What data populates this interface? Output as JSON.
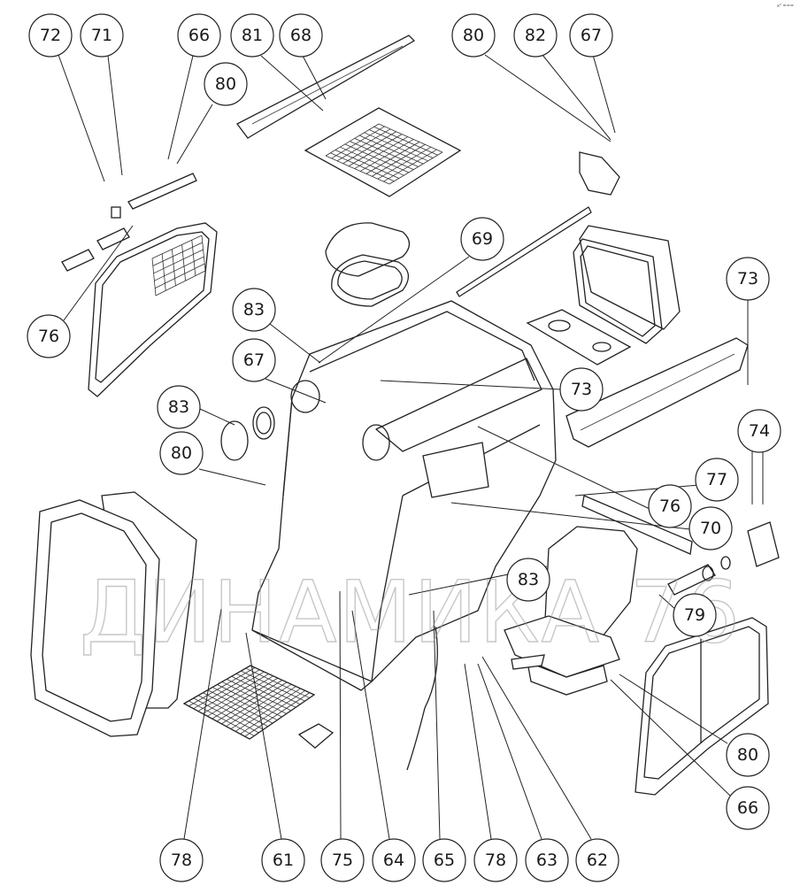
{
  "diagram": {
    "title": "Cab assembly exploded view",
    "watermark": "ДИНАМИКА 76",
    "corner_mark": "x² ===",
    "callouts": [
      {
        "id": "c72",
        "label": "72"
      },
      {
        "id": "c71",
        "label": "71"
      },
      {
        "id": "c66a",
        "label": "66"
      },
      {
        "id": "c81",
        "label": "81"
      },
      {
        "id": "c68",
        "label": "68"
      },
      {
        "id": "c80a",
        "label": "80"
      },
      {
        "id": "c80b",
        "label": "80"
      },
      {
        "id": "c82",
        "label": "82"
      },
      {
        "id": "c67a",
        "label": "67"
      },
      {
        "id": "c69",
        "label": "69"
      },
      {
        "id": "c73a",
        "label": "73"
      },
      {
        "id": "c76a",
        "label": "76"
      },
      {
        "id": "c83a",
        "label": "83"
      },
      {
        "id": "c67b",
        "label": "67"
      },
      {
        "id": "c83b",
        "label": "83"
      },
      {
        "id": "c80c",
        "label": "80"
      },
      {
        "id": "c73b",
        "label": "73"
      },
      {
        "id": "c74",
        "label": "74"
      },
      {
        "id": "c77",
        "label": "77"
      },
      {
        "id": "c76b",
        "label": "76"
      },
      {
        "id": "c70",
        "label": "70"
      },
      {
        "id": "c83c",
        "label": "83"
      },
      {
        "id": "c79",
        "label": "79"
      },
      {
        "id": "c80d",
        "label": "80"
      },
      {
        "id": "c66b",
        "label": "66"
      },
      {
        "id": "c78a",
        "label": "78"
      },
      {
        "id": "c61",
        "label": "61"
      },
      {
        "id": "c75",
        "label": "75"
      },
      {
        "id": "c64",
        "label": "64"
      },
      {
        "id": "c65",
        "label": "65"
      },
      {
        "id": "c78b",
        "label": "78"
      },
      {
        "id": "c63",
        "label": "63"
      },
      {
        "id": "c62",
        "label": "62"
      }
    ]
  }
}
